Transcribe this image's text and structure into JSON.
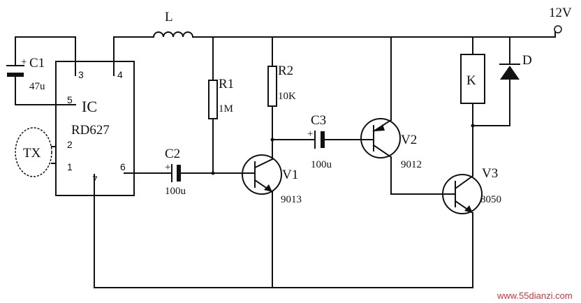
{
  "supply": {
    "label": "12V"
  },
  "ic": {
    "title": "IC",
    "part": "RD627",
    "pins": [
      "3",
      "4",
      "5",
      "2",
      "1",
      "6",
      "7"
    ]
  },
  "transducer": {
    "label": "TX"
  },
  "inductor": {
    "label": "L"
  },
  "capacitors": [
    {
      "ref": "C1",
      "value": "47u",
      "polarity": "+"
    },
    {
      "ref": "C2",
      "value": "100u",
      "polarity": "+"
    },
    {
      "ref": "C3",
      "value": "100u",
      "polarity": "+"
    }
  ],
  "resistors": [
    {
      "ref": "R1",
      "value": "1M"
    },
    {
      "ref": "R2",
      "value": "10K"
    }
  ],
  "transistors": [
    {
      "ref": "V1",
      "part": "9013"
    },
    {
      "ref": "V2",
      "part": "9012"
    },
    {
      "ref": "V3",
      "part": "8050"
    }
  ],
  "relay": {
    "label": "K"
  },
  "diode": {
    "label": "D"
  },
  "watermark": "www.55dianzi.com"
}
